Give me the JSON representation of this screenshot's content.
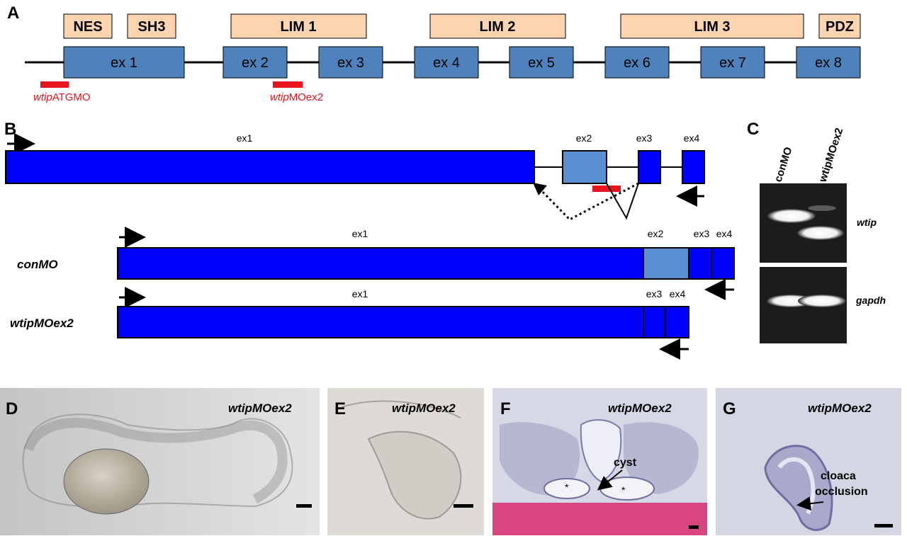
{
  "panels": {
    "a": "A",
    "b": "B",
    "c": "C",
    "d": "D",
    "e": "E",
    "f": "F",
    "g": "G"
  },
  "panel_a": {
    "domains": [
      "NES",
      "SH3",
      "LIM 1",
      "LIM 2",
      "LIM 3",
      "PDZ"
    ],
    "exons": [
      "ex 1",
      "ex 2",
      "ex 3",
      "ex 4",
      "ex 5",
      "ex 6",
      "ex 7",
      "ex 8"
    ],
    "morpholinos": [
      {
        "italic": "wtip",
        "rest": "ATGMO"
      },
      {
        "italic": "wtip",
        "rest": "MOex2"
      }
    ]
  },
  "panel_b": {
    "genomic_labels": [
      "ex1",
      "ex2",
      "ex3",
      "ex4"
    ],
    "rows": [
      {
        "label": "conMO",
        "exon_labels": [
          "ex1",
          "ex2",
          "ex3",
          "ex4"
        ]
      },
      {
        "label": "wtipMOex2",
        "exon_labels": [
          "ex1",
          "ex3",
          "ex4"
        ]
      }
    ]
  },
  "panel_c": {
    "columns": [
      "conMO",
      "wtipMOex2"
    ],
    "genes": [
      "wtip",
      "gapdh"
    ]
  },
  "photos": {
    "d_label": "wtipMOex2",
    "e_label": "wtipMOex2",
    "f_label": "wtipMOex2",
    "f_annotation": "cyst",
    "f_asterisk": "*",
    "g_label": "wtipMOex2",
    "g_annotation_1": "cloaca",
    "g_annotation_2": "occlusion"
  },
  "colors": {
    "domain_fill": "#fcd5b0",
    "exon_fill": "#4f81bd",
    "transcript_fill": "#0000ff",
    "exon2_fill": "#5b8fd4",
    "morpholino": "#e8141e",
    "gel_bg": "#1c1c1c",
    "gel_band": "#ffffff",
    "he_pink": "#d8457f"
  }
}
